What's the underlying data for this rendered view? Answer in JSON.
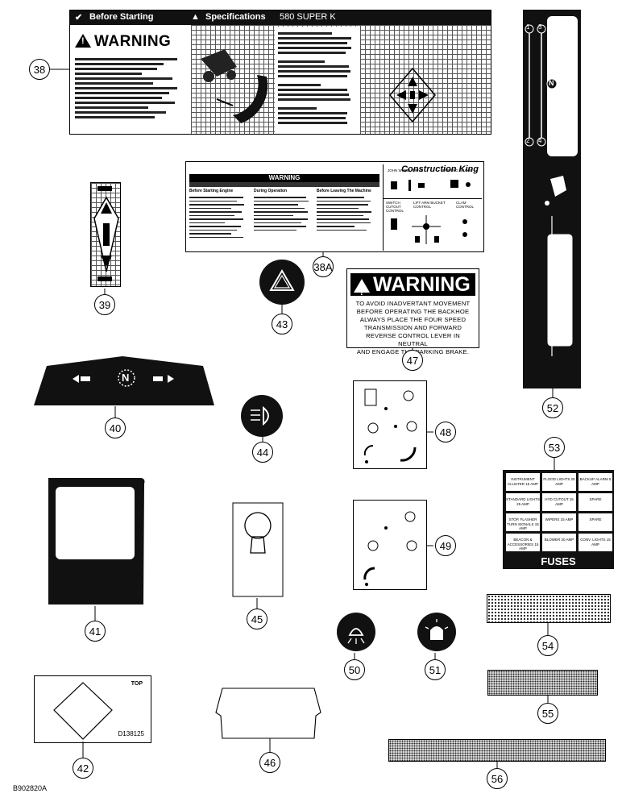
{
  "parts": [
    {
      "id": "38",
      "label": "38"
    },
    {
      "id": "38A",
      "label": "38A"
    },
    {
      "id": "39",
      "label": "39"
    },
    {
      "id": "40",
      "label": "40"
    },
    {
      "id": "41",
      "label": "41"
    },
    {
      "id": "42",
      "label": "42"
    },
    {
      "id": "43",
      "label": "43"
    },
    {
      "id": "44",
      "label": "44"
    },
    {
      "id": "45",
      "label": "45"
    },
    {
      "id": "46",
      "label": "46"
    },
    {
      "id": "47",
      "label": "47"
    },
    {
      "id": "48",
      "label": "48"
    },
    {
      "id": "49",
      "label": "49"
    },
    {
      "id": "50",
      "label": "50"
    },
    {
      "id": "51",
      "label": "51"
    },
    {
      "id": "52",
      "label": "52"
    },
    {
      "id": "53",
      "label": "53"
    },
    {
      "id": "54",
      "label": "54"
    },
    {
      "id": "55",
      "label": "55"
    },
    {
      "id": "56",
      "label": "56"
    }
  ],
  "decal38": {
    "before_starting": "Before Starting",
    "specifications": "Specifications",
    "model": "580 SUPER K",
    "warning": "WARNING"
  },
  "decal38A": {
    "title": "Construction King",
    "warning": "WARNING",
    "col1": "Before Starting Engine",
    "col2": "During Operation",
    "col3": "Before Leaving The Machine",
    "ctrl1": "JOHN WHEEL DRIVE",
    "ctrl2": "PARKING BRAKE",
    "ctrl3": "SWITCH CUTOUT CONTROL",
    "ctrl4": "LIFT ARM BUCKET CONTROL",
    "ctrl5": "CLAM CONTROL"
  },
  "decal40": {
    "center": "N"
  },
  "decal42": {
    "top": "TOP",
    "part_no": "D138125"
  },
  "decal47": {
    "header": "WARNING",
    "line1": "TO AVOID INADVERTANT MOVEMENT",
    "line2": "BEFORE OPERATING THE BACKHOE",
    "line3": "ALWAYS PLACE THE FOUR SPEED",
    "line4": "TRANSMISSION AND FORWARD",
    "line5": "REVERSE CONTROL LEVER IN NEUTRAL",
    "line6": "AND ENGAGE THE PARKING BRAKE."
  },
  "decal52": {
    "top_left": "1",
    "top_right": "3",
    "bottom_left": "2",
    "bottom_right": "4",
    "mid": "N"
  },
  "decal53": {
    "title": "FUSES",
    "cells": [
      "INSTRUMENT CLUSTER 15 AMP",
      "FLOOD LIGHTS 25 AMP",
      "BACKUP ALARM 5 AMP",
      "STANDARD LIGHTS 25 AMP",
      "HYD CUTOUT 15 AMP",
      "SPARE",
      "STOP, FLASHER TURN SIGNALS 15 AMP",
      "WIPERS 15 AMP",
      "SPARE",
      "BEACON & ACCESSORIES 15 AMP",
      "BLOWER 20 AMP",
      "CONV. LIGHTS 15 AMP"
    ]
  },
  "figure_code": "B902820A"
}
